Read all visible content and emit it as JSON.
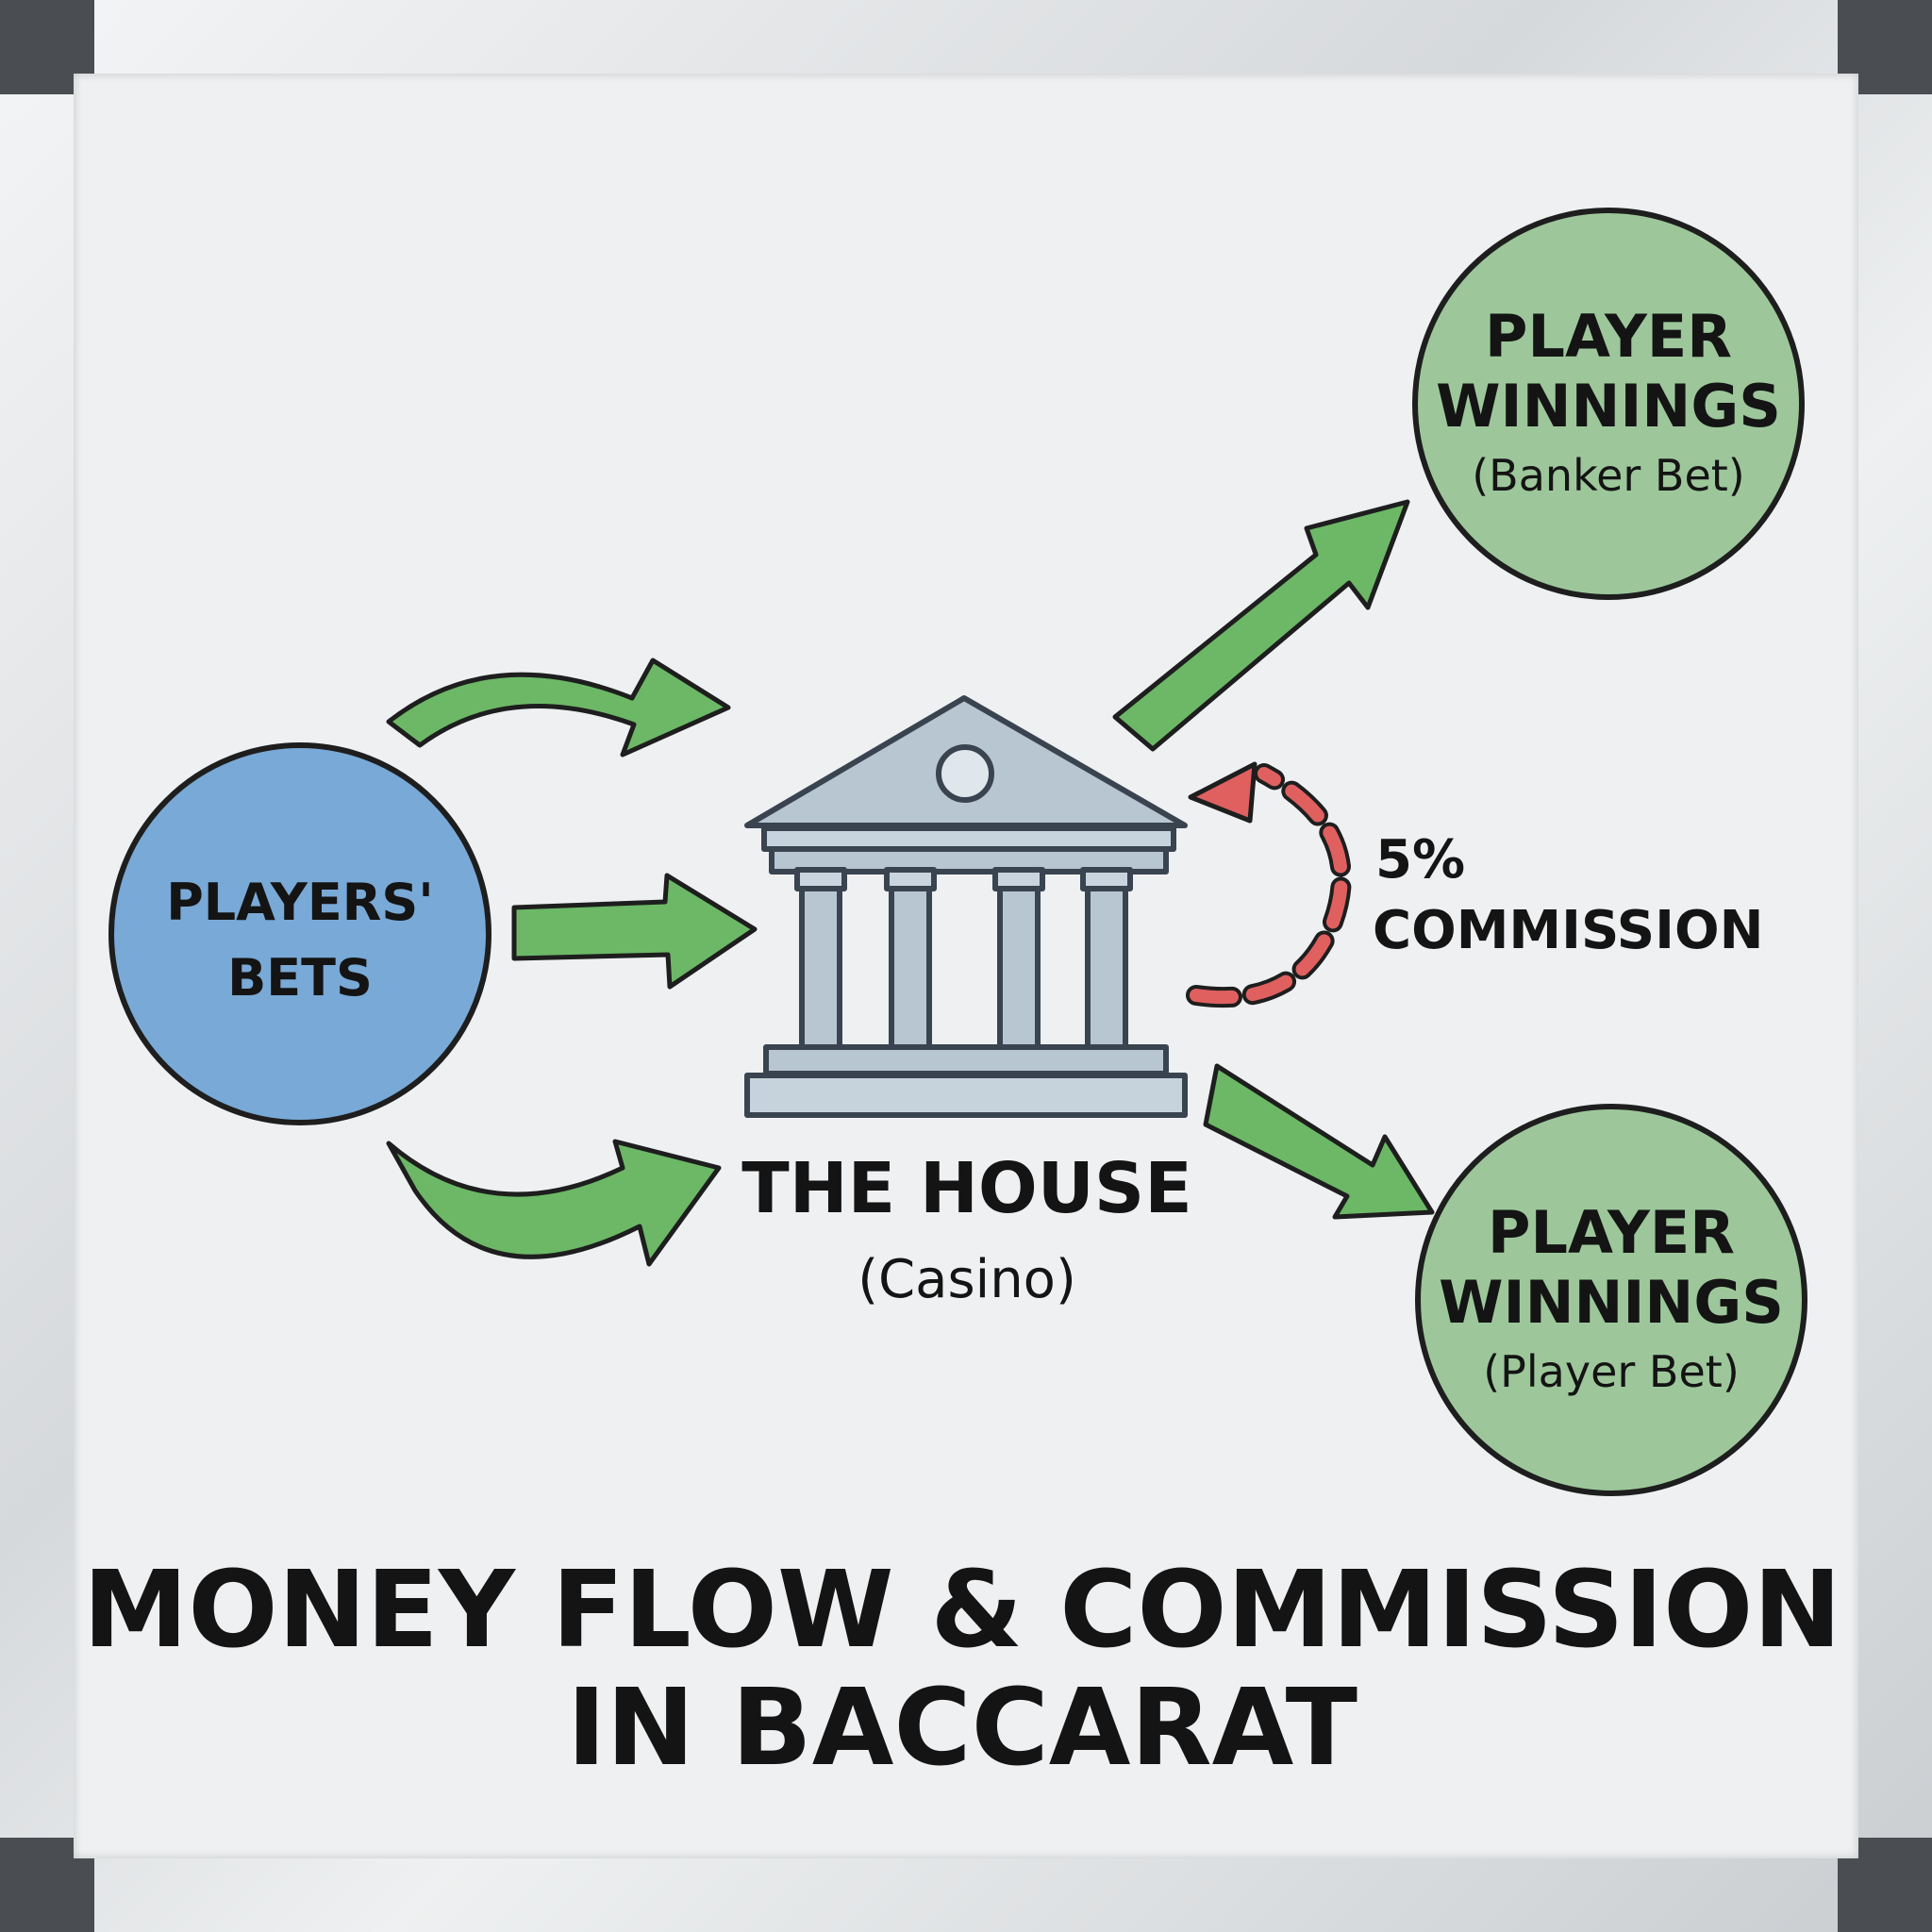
{
  "title": {
    "line1": "MONEY FLOW & COMMISSION",
    "line2": "IN BACCARAT"
  },
  "nodes": {
    "players_bets": {
      "line1": "PLAYERS'",
      "line2": "BETS",
      "color": "#79a9d6"
    },
    "house": {
      "label": "THE HOUSE",
      "sub": "(Casino)",
      "icon": "bank-building-icon"
    },
    "banker_winnings": {
      "line1": "PLAYER",
      "line2": "WINNINGS",
      "sub": "(Banker Bet)",
      "color": "#9dc79b"
    },
    "player_winnings": {
      "line1": "PLAYER",
      "line2": "WINNINGS",
      "sub": "(Player Bet)",
      "color": "#9dc79b"
    }
  },
  "commission": {
    "line1": "5%",
    "line2": "COMMISSION",
    "color": "#e06060"
  },
  "colors": {
    "arrow_green": "#6cb866",
    "outline": "#1e1e1e",
    "house_fill": "#b8c6d2"
  }
}
